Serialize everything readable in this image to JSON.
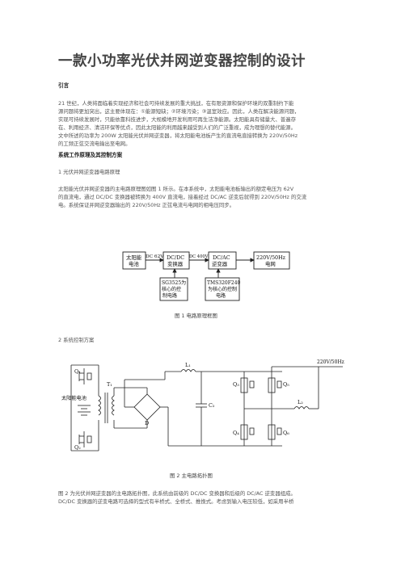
{
  "doc": {
    "title": "一款小功率光伏并网逆变器控制的设计",
    "intro_heading": "引言",
    "intro_lines": [
      "21 世纪，人类将面临着实现经济和社会可持续发展的重大挑战，在有限资源和保护环境的双重制约下能",
      "源问题将更加突出，这主要体现在：①能源短缺；②环境污染；③温室效应。因此，人类在解决能源问题，",
      "实现可持续发展时，只能依靠科技进步，大规模地开发利用可再生洁净能源。太阳能具有储量大、普遍存",
      "在、利用经济、清洁环保等优点，因此太阳能的利用越来越受到人们的广泛重视，成为理想的替代能源。",
      "文中所述的功率为 200W 太阳能光伏并网逆变器，将太阳能电池板产生的直流电直接转换为 220V/50Hz",
      "的工频正弦交流电输出至电网。"
    ],
    "section_heading": "系统工作原理及其控制方案",
    "sub1": "1 光伏并网逆变器电路原理",
    "para2_lines": [
      "太阳能光伏并网逆变器的主电路原理图如图 1 所示。在本系统中，太阳能电池板输出的额定电压为 62V",
      "的直流电，通过 DC/DC 变换器被转换为 400V 直流电，接着经过 DC/AC 逆变后就得到 220V/50Hz 的交流",
      "电。系统保证并网逆变器输出的 220V/50Hz 正弦电流与电网的相电压同步。"
    ],
    "fig1": {
      "solar": [
        "太阳能",
        "电池"
      ],
      "dc62": "DC 62V",
      "dcdc": [
        "DC/DC",
        "变换器"
      ],
      "dc400": "DC 400V",
      "dcac": [
        "DC/AC",
        "逆变器"
      ],
      "grid": [
        "220V/50Hz",
        "电网"
      ],
      "sg": [
        "SG3525为",
        "核心的控",
        "制电路"
      ],
      "tms": [
        "TMS320F240",
        "为核心的控制",
        "电路"
      ],
      "caption": "图 1  电路原理框图"
    },
    "sub2": "2 系统控制方案",
    "fig2": {
      "q1": "Q₁",
      "q2": "Q₂",
      "q3": "Q₃",
      "q4": "Q₄",
      "q5": "Q₅",
      "q6": "Q₆",
      "t1": "T₁",
      "l1": "L₁",
      "l2": "L₂",
      "c2": "C₂",
      "d": "D",
      "solar": "太阳能电池",
      "grid": "220V/50Hz",
      "caption": "图 2  主电路拓扑图"
    },
    "para3_lines": [
      "图 2 为光伏并网逆变器的主电路拓扑图，此系统由前级的 DC/DC 变换器和后级的 DC/AC 逆变器组成。",
      "DC/DC 变换器的逆变电路可选择的型式有半桥式、全桥式、推挽式。考虑到输入电压较低，如采用半桥"
    ]
  }
}
